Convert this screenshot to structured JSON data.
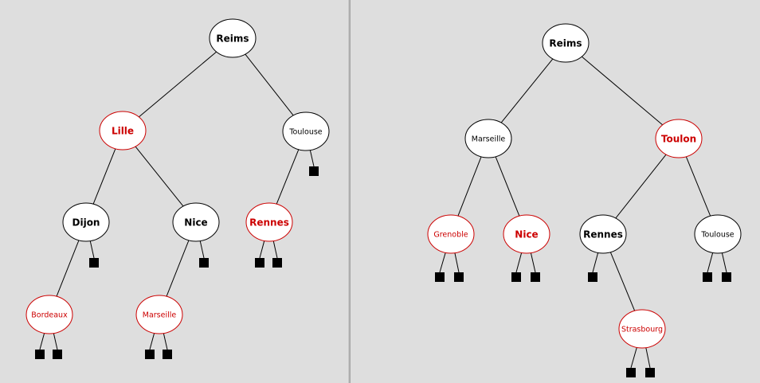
{
  "colors": {
    "background": "#dedede",
    "red": "#cc0000",
    "black": "#000000",
    "node_fill": "#ffffff"
  },
  "trees": [
    {
      "nodes": [
        {
          "id": "L-reims",
          "label": "Reims",
          "color": "black",
          "size": "large"
        },
        {
          "id": "L-lille",
          "label": "Lille",
          "color": "red",
          "size": "large"
        },
        {
          "id": "L-toulouse",
          "label": "Toulouse",
          "color": "black",
          "size": "small"
        },
        {
          "id": "L-dijon",
          "label": "Dijon",
          "color": "black",
          "size": "large"
        },
        {
          "id": "L-nice",
          "label": "Nice",
          "color": "black",
          "size": "large"
        },
        {
          "id": "L-rennes",
          "label": "Rennes",
          "color": "red",
          "size": "large"
        },
        {
          "id": "L-bordeaux",
          "label": "Bordeaux",
          "color": "red",
          "size": "small"
        },
        {
          "id": "L-marseille",
          "label": "Marseille",
          "color": "red",
          "size": "small"
        }
      ]
    },
    {
      "nodes": [
        {
          "id": "R-reims",
          "label": "Reims",
          "color": "black",
          "size": "large"
        },
        {
          "id": "R-marseille",
          "label": "Marseille",
          "color": "black",
          "size": "small"
        },
        {
          "id": "R-toulon",
          "label": "Toulon",
          "color": "red",
          "size": "large"
        },
        {
          "id": "R-grenoble",
          "label": "Grenoble",
          "color": "red",
          "size": "small"
        },
        {
          "id": "R-nice",
          "label": "Nice",
          "color": "red",
          "size": "large"
        },
        {
          "id": "R-rennes",
          "label": "Rennes",
          "color": "black",
          "size": "large"
        },
        {
          "id": "R-toulouse",
          "label": "Toulouse",
          "color": "black",
          "size": "small"
        },
        {
          "id": "R-strasbourg",
          "label": "Strasbourg",
          "color": "red",
          "size": "small"
        }
      ]
    }
  ]
}
